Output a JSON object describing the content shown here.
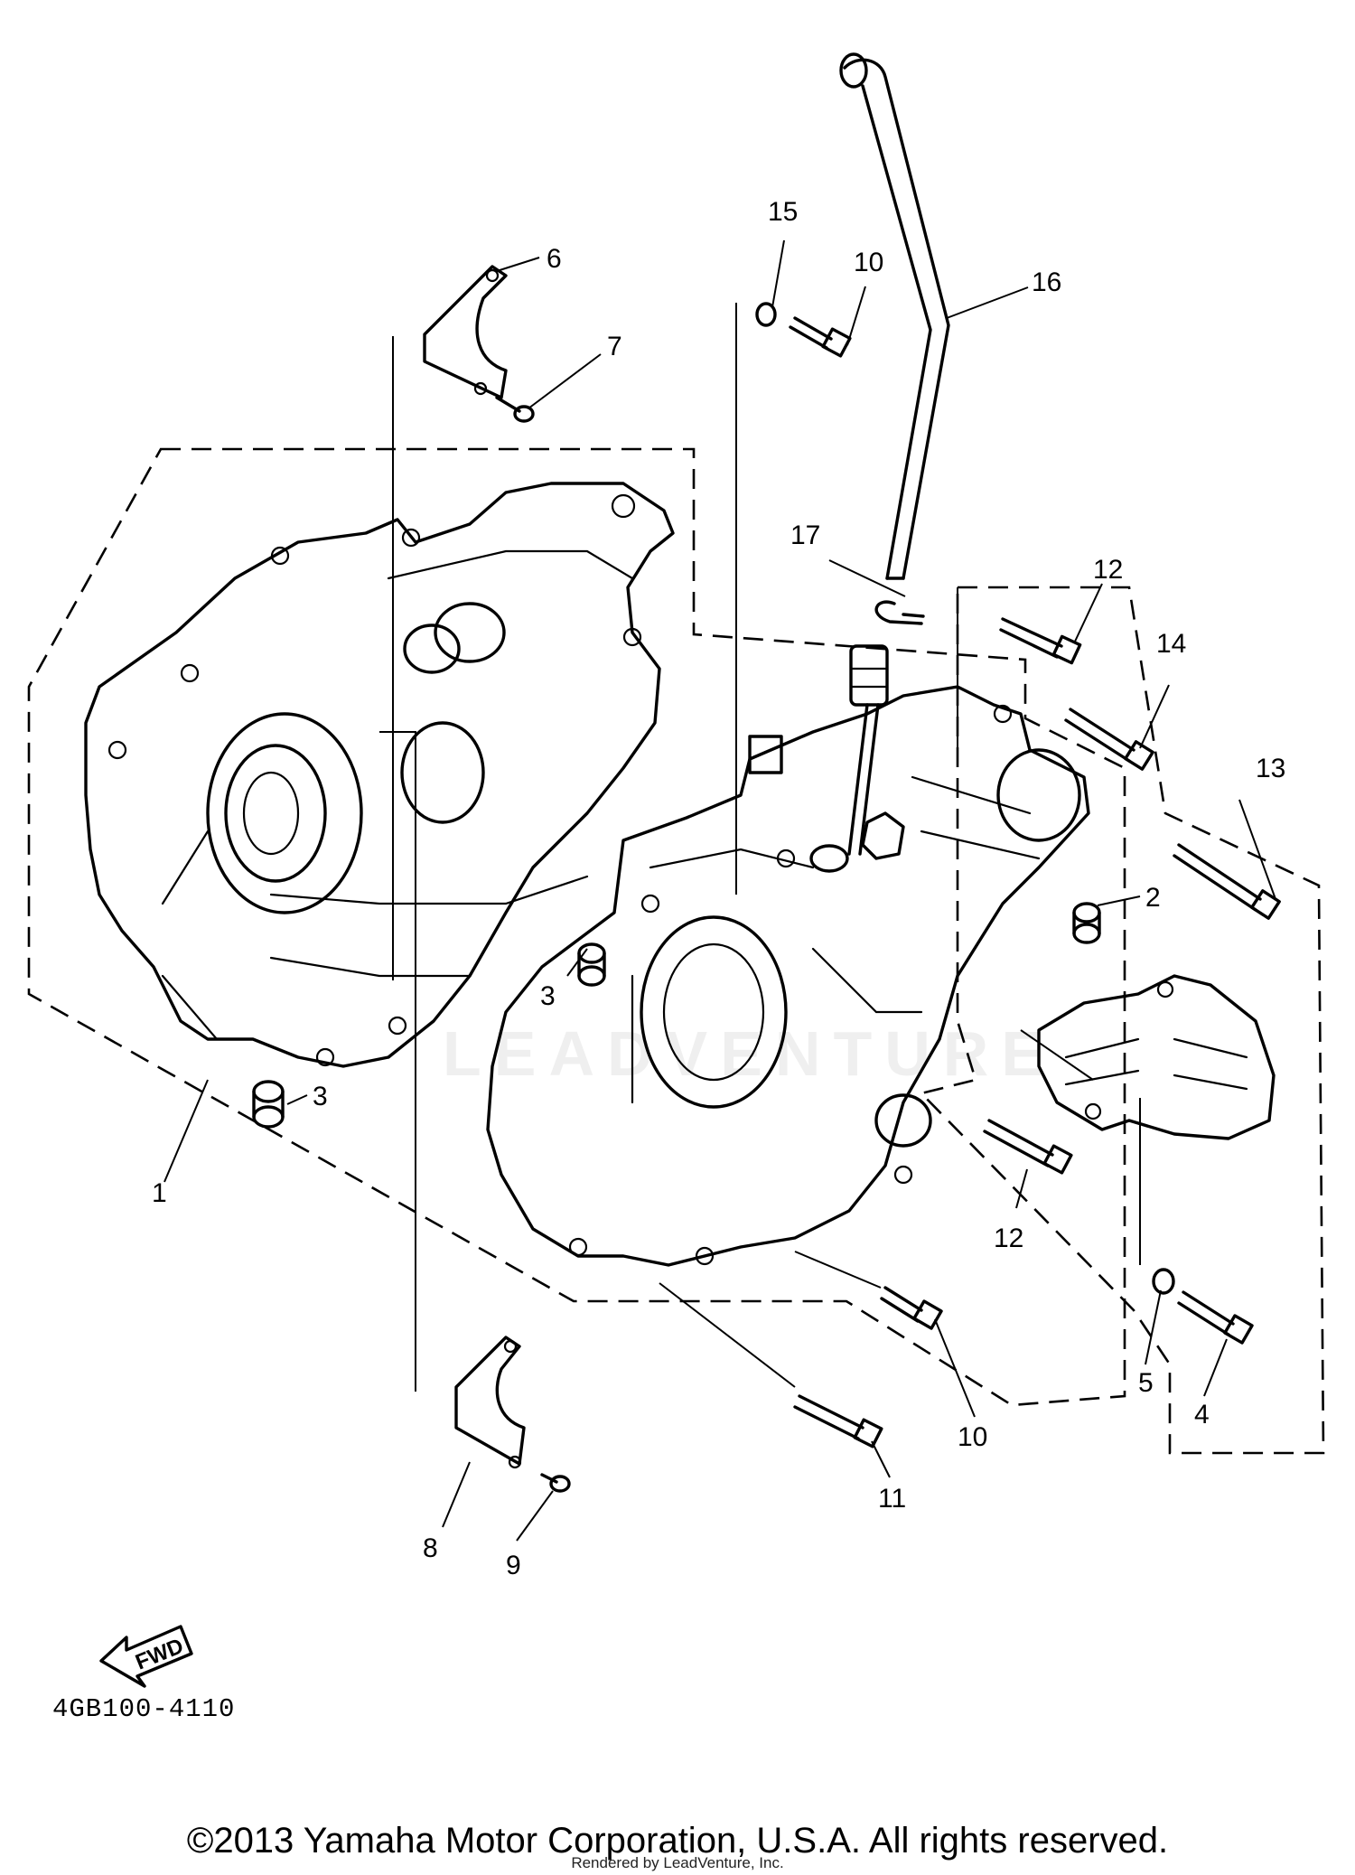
{
  "diagram": {
    "code": "4GB100-4110",
    "fwd_label": "FWD",
    "watermark": "LEADVENTURE",
    "callouts": [
      "1",
      "2",
      "3",
      "3",
      "4",
      "5",
      "6",
      "7",
      "8",
      "9",
      "10",
      "10",
      "11",
      "12",
      "12",
      "13",
      "14",
      "15",
      "16",
      "17"
    ]
  },
  "footer": {
    "copyright": "©2013 Yamaha Motor Corporation, U.S.A. All rights reserved.",
    "rendered_by": "Rendered by LeadVenture, Inc."
  }
}
